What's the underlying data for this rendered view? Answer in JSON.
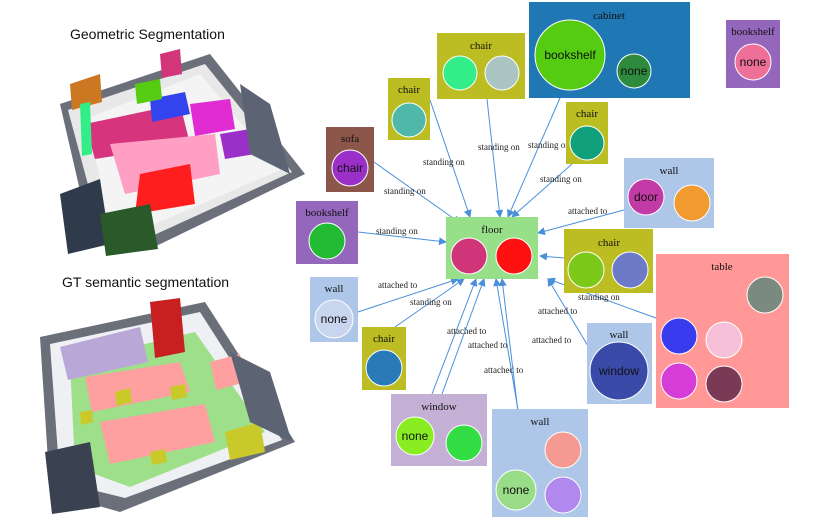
{
  "titles": {
    "geometric": "Geometric Segmentation",
    "gt": "GT  semantic segmentation"
  },
  "graph": {
    "nodes": {
      "cabinet": {
        "title": "cabinet",
        "bg": "#1f77b4",
        "circles": [
          {
            "color": "#55cc11",
            "label": "bookshelf"
          },
          {
            "color": "#2e8b3e",
            "label": "none"
          }
        ]
      },
      "bookshelf_tr": {
        "title": "bookshelf",
        "bg": "#9467bd",
        "circles": [
          {
            "color": "#ee6f98",
            "label": "none"
          }
        ]
      },
      "chair_top": {
        "title": "chair",
        "bg": "#bcbd22",
        "circles": [
          {
            "color": "#33ee88",
            "label": ""
          },
          {
            "color": "#a9c4c1",
            "label": ""
          }
        ]
      },
      "chair_b": {
        "title": "chair",
        "bg": "#bcbd22",
        "circles": [
          {
            "color": "#4fb8a9",
            "label": ""
          }
        ]
      },
      "chair_c": {
        "title": "chair",
        "bg": "#bcbd22",
        "circles": [
          {
            "color": "#11a07c",
            "label": ""
          }
        ]
      },
      "sofa": {
        "title": "sofa",
        "bg": "#8c564b",
        "circles": [
          {
            "color": "#9b30c8",
            "label": "chair"
          }
        ]
      },
      "wall_door": {
        "title": "wall",
        "bg": "#aec7e8",
        "circles": [
          {
            "color": "#c23aa6",
            "label": "door"
          },
          {
            "color": "#f09a30",
            "label": ""
          }
        ]
      },
      "bookshelf_left": {
        "title": "bookshelf",
        "bg": "#9467bd",
        "circles": [
          {
            "color": "#22bb33",
            "label": ""
          }
        ]
      },
      "floor": {
        "title": "floor",
        "bg": "#98df8a",
        "circles": [
          {
            "color": "#d0357a",
            "label": ""
          },
          {
            "color": "#ff1111",
            "label": ""
          }
        ]
      },
      "chair_right": {
        "title": "chair",
        "bg": "#bcbd22",
        "circles": [
          {
            "color": "#7cc91a",
            "label": ""
          },
          {
            "color": "#6c7ac8",
            "label": ""
          }
        ]
      },
      "table": {
        "title": "table",
        "bg": "#ff9896",
        "circles": [
          {
            "color": "#7a8a80",
            "label": ""
          },
          {
            "color": "#3a3aee",
            "label": ""
          },
          {
            "color": "#f6c1d8",
            "label": ""
          },
          {
            "color": "#d63cd6",
            "label": ""
          },
          {
            "color": "#7a3a55",
            "label": ""
          }
        ]
      },
      "wall_left": {
        "title": "wall",
        "bg": "#aec7e8",
        "circles": [
          {
            "color": "#c9d5ee",
            "label": "none"
          }
        ]
      },
      "chair_bl": {
        "title": "chair",
        "bg": "#bcbd22",
        "circles": [
          {
            "color": "#2a7ab8",
            "label": ""
          }
        ]
      },
      "wall_window": {
        "title": "wall",
        "bg": "#aec7e8",
        "circles": [
          {
            "color": "#3a4aa8",
            "label": "window"
          }
        ]
      },
      "window": {
        "title": "window",
        "bg": "#c5b0d5",
        "circles": [
          {
            "color": "#88ee22",
            "label": "none"
          },
          {
            "color": "#33dd44",
            "label": ""
          }
        ]
      },
      "wall_bottom": {
        "title": "wall",
        "bg": "#aec7e8",
        "circles": [
          {
            "color": "#f59a92",
            "label": ""
          },
          {
            "color": "#99dd88",
            "label": "none"
          },
          {
            "color": "#b088ee",
            "label": ""
          }
        ]
      }
    },
    "edges": [
      {
        "from": "chair_top",
        "label": "standing on"
      },
      {
        "from": "chair_b",
        "label": "standing on"
      },
      {
        "from": "cabinet",
        "label": "standing on"
      },
      {
        "from": "chair_c",
        "label": "standing on"
      },
      {
        "from": "sofa",
        "label": "standing on"
      },
      {
        "from": "wall_door",
        "label": "attached to"
      },
      {
        "from": "bookshelf_left",
        "label": "standing on"
      },
      {
        "from": "chair_right",
        "label": ""
      },
      {
        "from": "wall_left",
        "label": "attached to"
      },
      {
        "from": "chair_bl",
        "label": "standing on"
      },
      {
        "from": "table",
        "label": "standing on"
      },
      {
        "from": "wall_window",
        "label": "attached to"
      },
      {
        "from": "window",
        "label": "attached to"
      },
      {
        "from": "window",
        "label": "attached to"
      },
      {
        "from": "wall_bottom",
        "label": "attached to"
      },
      {
        "from": "wall_bottom",
        "label": "attached to"
      }
    ],
    "edge_color": "#4a90d9"
  }
}
